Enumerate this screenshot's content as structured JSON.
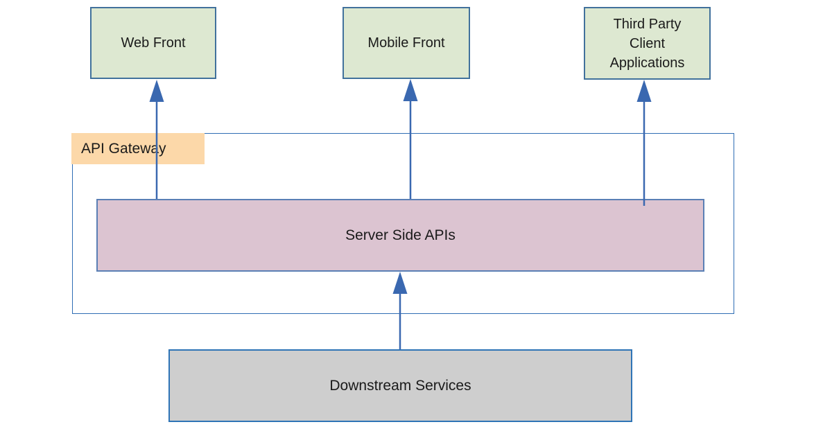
{
  "diagram": {
    "type": "architecture-diagram",
    "nodes": {
      "web_front": {
        "label": "Web Front",
        "fill": "#dde8d1",
        "border": "#41719c"
      },
      "mobile_front": {
        "label": "Mobile Front",
        "fill": "#dde8d1",
        "border": "#41719c"
      },
      "third_party": {
        "label": "Third Party Client Applications",
        "fill": "#dde8d1",
        "border": "#41719c"
      },
      "api_gateway": {
        "label": "API Gateway",
        "fill": "#fcd8a9"
      },
      "server_side_apis": {
        "label": "Server Side APIs",
        "fill": "#dcc4d1",
        "border": "#5a7fb5"
      },
      "downstream_services": {
        "label": "Downstream Services",
        "fill": "#cecece",
        "border": "#2e74b6"
      }
    },
    "edges": [
      {
        "from": "server_side_apis",
        "to": "web_front",
        "direction": "up"
      },
      {
        "from": "server_side_apis",
        "to": "mobile_front",
        "direction": "up"
      },
      {
        "from": "server_side_apis",
        "to": "third_party",
        "direction": "up"
      },
      {
        "from": "downstream_services",
        "to": "server_side_apis",
        "direction": "up"
      }
    ],
    "colors": {
      "arrow": "#3a68b0",
      "gateway_border": "#2e6db4",
      "background": "#ffffff",
      "text": "#1a1a1a"
    }
  }
}
